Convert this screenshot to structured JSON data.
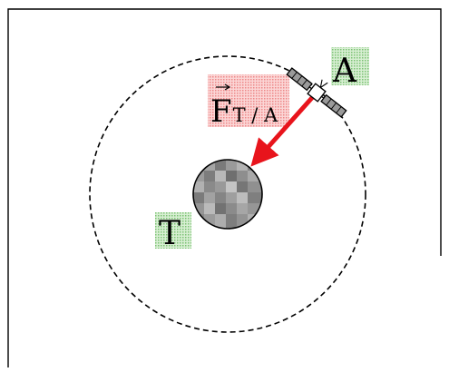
{
  "diagram": {
    "earth_label": "T",
    "satellite_label": "A",
    "force_symbol": "F",
    "force_subscript": "T / A",
    "colors": {
      "force_arrow": "#e8141c",
      "force_label_bg": "#f3a6a6",
      "point_label_bg": "#a8d8a0",
      "orbit": "#000000",
      "planet": "#8c8c8c"
    }
  }
}
